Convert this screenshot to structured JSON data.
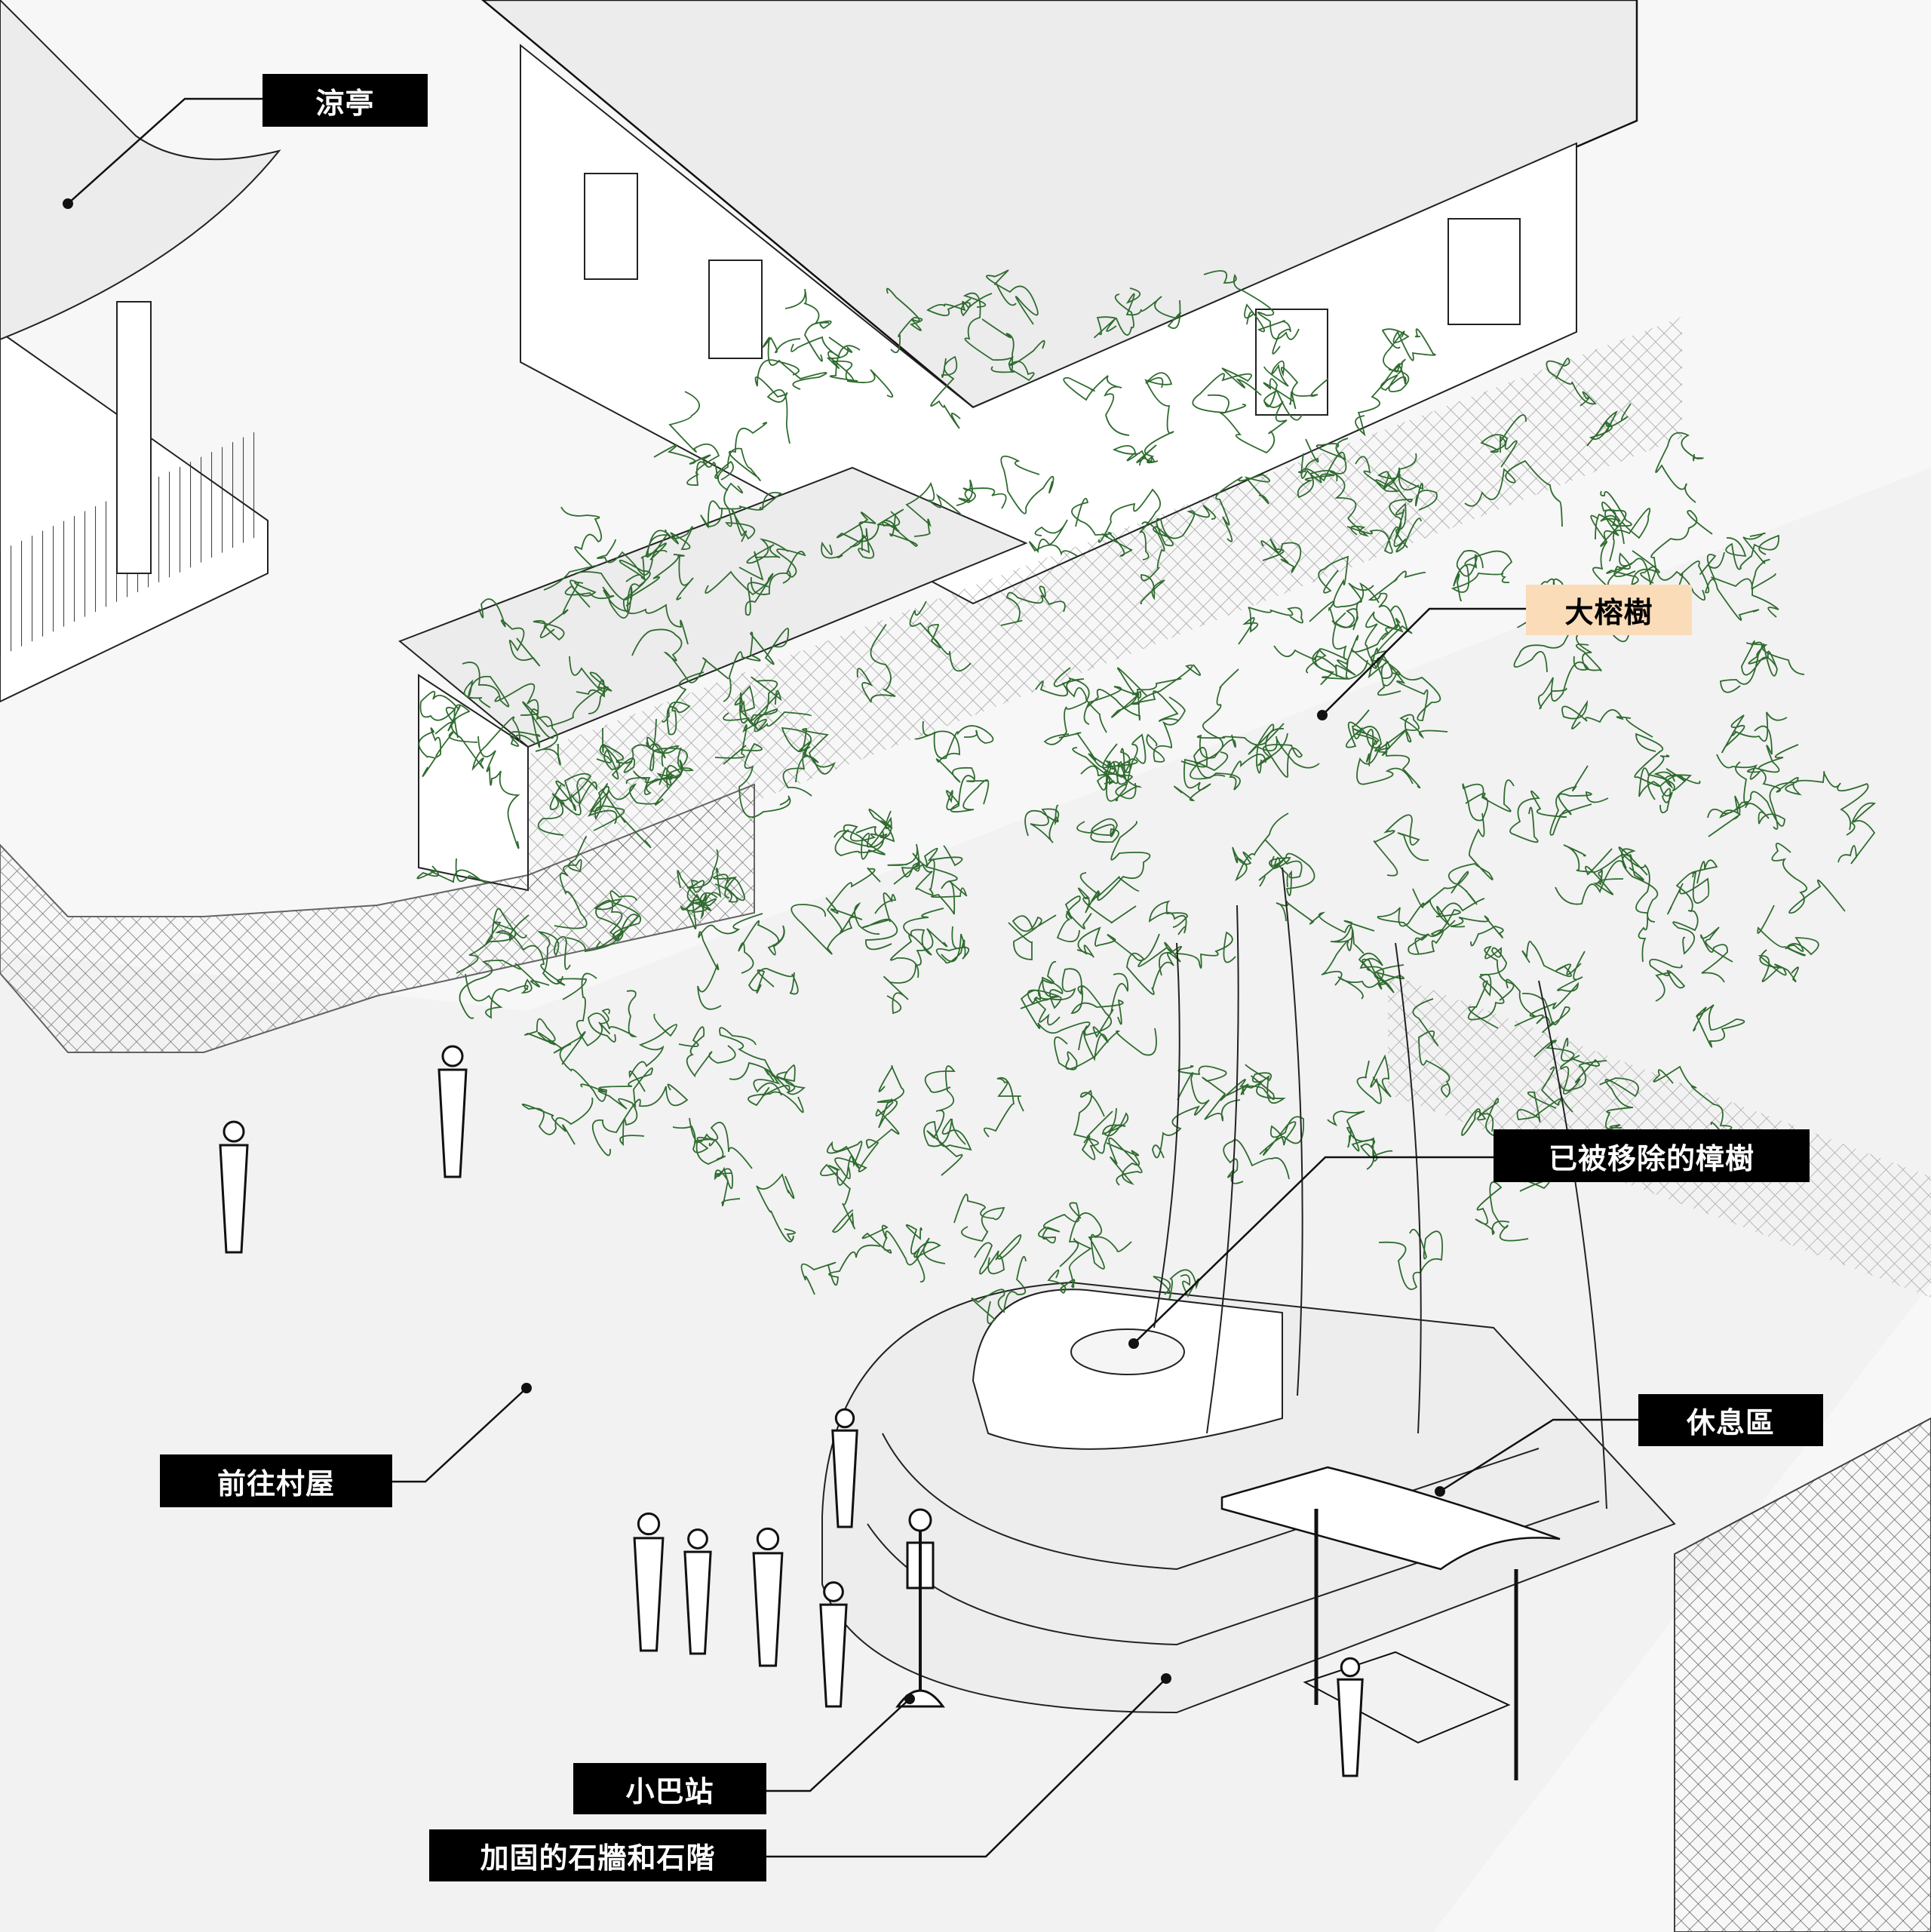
{
  "labels": {
    "pavilion": "涼亭",
    "banyan": "大榕樹",
    "removed_camphor": "已被移除的樟樹",
    "rest_area": "休息區",
    "to_village": "前往村屋",
    "minibus_stop": "小巴站",
    "reinforced_wall": "加固的石牆和石階"
  },
  "colors": {
    "label_bg": "#000000",
    "accent_label_bg": "#fbdcb8",
    "foliage": "#2f6b2f",
    "ground": "#f4f4f4",
    "roof": "#ececec"
  }
}
